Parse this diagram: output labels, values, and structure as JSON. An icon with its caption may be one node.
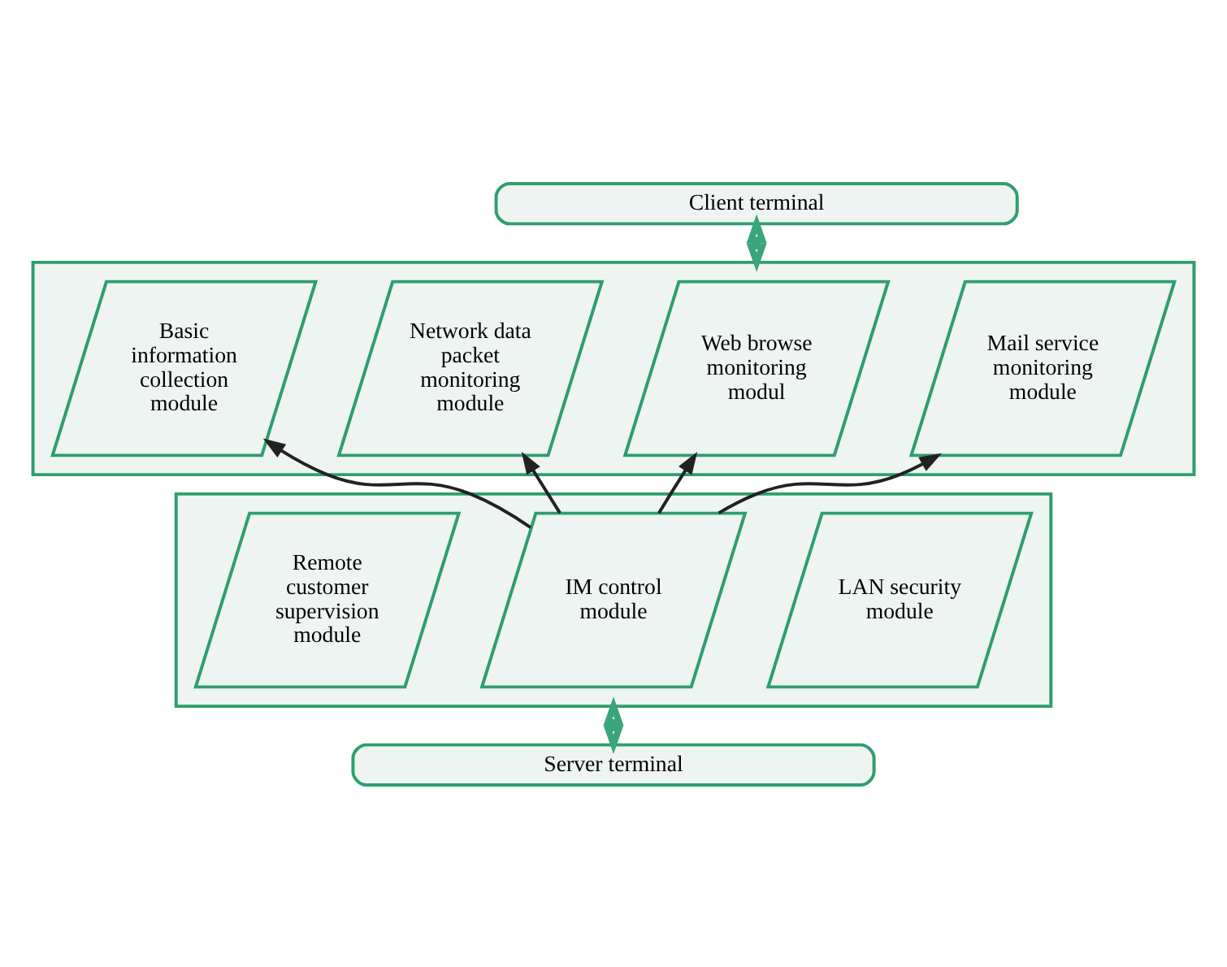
{
  "diagram": {
    "nodes": [
      {
        "text": [
          "Client terminal"
        ]
      },
      {
        "text": [],
        "shape": "box"
      },
      {
        "text": [
          "Basic information collection module"
        ],
        "in": 1
      },
      {
        "text": [
          "Network data packet monitoring module"
        ],
        "in": 1
      },
      {
        "text": [
          "Web browse monitoring modul"
        ],
        "in": 1
      },
      {
        "text": [
          "Mail service monitoring module"
        ],
        "in": 1
      },
      {
        "text": [],
        "shape": "box"
      },
      {
        "text": [
          "Remote customer supervision module"
        ],
        "in": 6
      },
      {
        "text": [
          "IM control module"
        ],
        "in": 6
      },
      {
        "text": [
          "LAN security module"
        ],
        "in": 6
      },
      {
        "text": [
          "Server terminal"
        ]
      }
    ],
    "edges": [
      {
        "from": 0,
        "to": 1,
        "arrow": "both",
        "style": "thick",
        "color": "#3aa57a"
      },
      {
        "from": 8,
        "to": 2,
        "arrow": "to"
      },
      {
        "from": 8,
        "to": 3,
        "arrow": "to"
      },
      {
        "from": 8,
        "to": 4,
        "arrow": "to"
      },
      {
        "from": 8,
        "to": 5,
        "arrow": "to"
      },
      {
        "from": 6,
        "to": 10,
        "arrow": "both",
        "style": "thick",
        "color": "#3aa57a"
      }
    ]
  }
}
